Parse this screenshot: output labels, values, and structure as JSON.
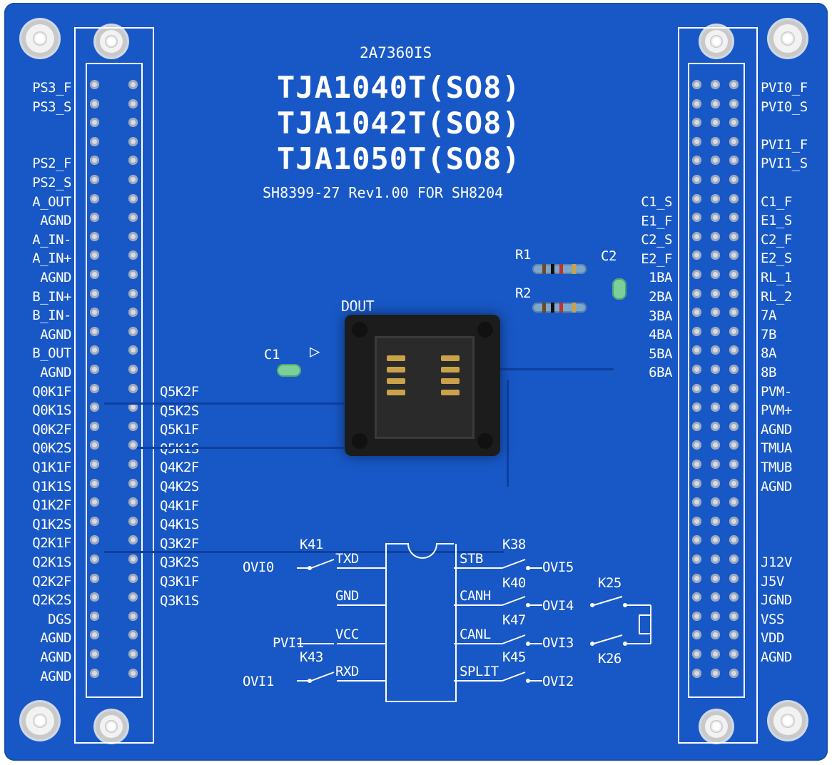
{
  "board": {
    "part_code": "2A7360IS",
    "titles": [
      "TJA1040T(SO8)",
      "TJA1042T(SO8)",
      "TJA1050T(SO8)"
    ],
    "subtitle": "SH8399-27 Rev1.00 FOR SH8204",
    "colors": {
      "pcb": "#1858c6",
      "silkscreen": "#ffffff",
      "socket": "#1c1c1c"
    }
  },
  "left_header_labels": [
    "PS3_F",
    "PS3_S",
    "",
    "",
    "PS2_F",
    "PS2_S",
    "A_OUT",
    "AGND",
    "A_IN-",
    "A_IN+",
    "AGND",
    "B_IN+",
    "B_IN-",
    "AGND",
    "B_OUT",
    "AGND",
    "Q0K1F",
    "Q0K1S",
    "Q0K2F",
    "Q0K2S",
    "Q1K1F",
    "Q1K1S",
    "Q1K2F",
    "Q1K2S",
    "Q2K1F",
    "Q2K1S",
    "Q2K2F",
    "Q2K2S",
    "DGS",
    "AGND",
    "AGND",
    "AGND"
  ],
  "left_inner_labels": [
    "Q5K2F",
    "Q5K2S",
    "Q5K1F",
    "Q5K1S",
    "Q4K2F",
    "Q4K2S",
    "Q4K1F",
    "Q4K1S",
    "Q3K2F",
    "Q3K2S",
    "Q3K1F",
    "Q3K1S"
  ],
  "right_inner_labels": [
    "C1_S",
    "E1_F",
    "C2_S",
    "E2_F",
    "1BA",
    "2BA",
    "3BA",
    "4BA",
    "5BA",
    "6BA"
  ],
  "right_header_labels": [
    "PVI0_F",
    "PVI0_S",
    "",
    "PVI1_F",
    "PVI1_S",
    "",
    "C1_F",
    "E1_S",
    "C2_F",
    "E2_S",
    "RL_1",
    "RL_2",
    "7A",
    "7B",
    "8A",
    "8B",
    "PVM-",
    "PVM+",
    "AGND",
    "TMUA",
    "TMUB",
    "AGND",
    "",
    "",
    "",
    "J12V",
    "J5V",
    "JGND",
    "VSS",
    "VDD",
    "AGND"
  ],
  "components": {
    "r1": "R1",
    "r2": "R2",
    "c1": "C1",
    "c2": "C2",
    "dout": "DOUT"
  },
  "schematic": {
    "left_pins": [
      "TXD",
      "GND",
      "VCC",
      "RXD"
    ],
    "right_pins": [
      "STB",
      "CANH",
      "CANL",
      "SPLIT"
    ],
    "left_nets": [
      "OVI0",
      "",
      "PVI1",
      "OVI1"
    ],
    "right_nets": [
      "OVI5",
      "OVI4",
      "OVI3",
      "OVI2"
    ],
    "relays": {
      "k41": "K41",
      "k43": "K43",
      "k38": "K38",
      "k40": "K40",
      "k47": "K47",
      "k45": "K45",
      "k25": "K25",
      "k26": "K26"
    }
  }
}
